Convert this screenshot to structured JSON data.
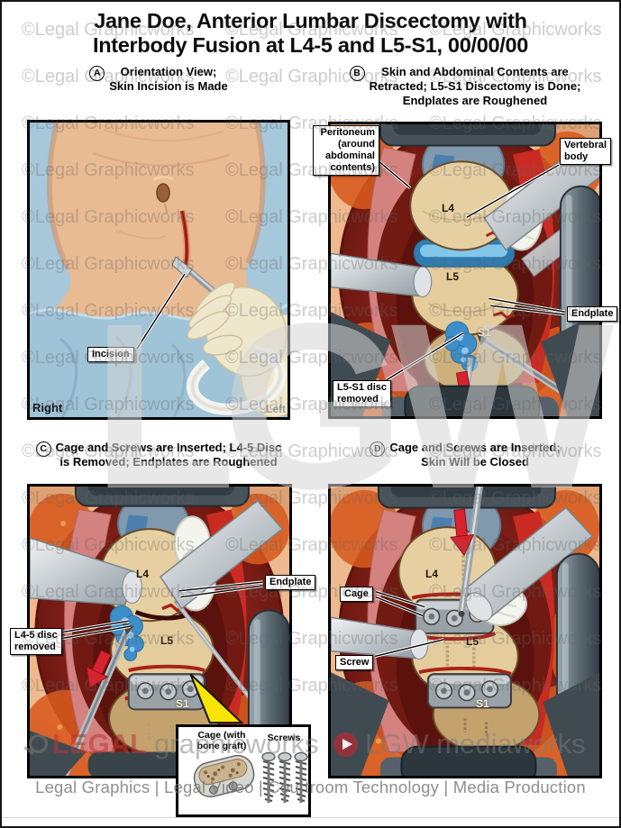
{
  "title": "Jane Doe, Anterior Lumbar Discectomy with\nInterbody Fusion at L4-5 and L5-S1, 00/00/00",
  "footer": "Legal Graphics | Legal Video | Courtroom Technology | Media Production",
  "watermarks": {
    "tile": "©Legal Graphicworks",
    "big": "LGW",
    "brand_left_accent": "LEGAL",
    "brand_left_rest": "graphicworks",
    "brand_right": "LGW mediaworks"
  },
  "panels": {
    "a": {
      "letter": "A",
      "caption": "Orientation View;\nSkin Incision is Made",
      "labels": {
        "incision": "Incision",
        "right": "Right",
        "left": "Left"
      }
    },
    "b": {
      "letter": "B",
      "caption": "Skin and Abdominal Contents are\nRetracted; L5-S1 Discectomy is Done;\nEndplates are Roughened",
      "labels": {
        "peritoneum": "Peritoneum\n(around\nabdominal\ncontents)",
        "vertebral_body": "Vertebral\nbody",
        "endplate": "Endplate",
        "disc_removed": "L5-S1 disc\nremoved",
        "l4": "L4",
        "l5": "L5",
        "s1": "S1"
      }
    },
    "c": {
      "letter": "C",
      "caption": "Cage and Screws are Inserted; L4-5 Disc\nis Removed; Endplates are Roughened",
      "labels": {
        "endplate": "Endplate",
        "disc_removed": "L4-5 disc\nremoved",
        "l4": "L4",
        "l5": "L5",
        "s1": "S1"
      },
      "inset": {
        "cage": "Cage (with\nbone graft)",
        "screws": "Screws"
      }
    },
    "d": {
      "letter": "D",
      "caption": "Cage and Screws are Inserted;\nSkin Will be Closed",
      "labels": {
        "cage": "Cage",
        "screw": "Screw",
        "l4": "L4",
        "l5": "L5",
        "s1": "S1"
      }
    }
  },
  "colors": {
    "label_border": "#000000",
    "arrow_red": "#d8232e",
    "disc_blue": "#3f97cf",
    "bone_tan": "#e6d0a2",
    "drape_blue": "#a7c7db",
    "callout_yellow": "#f7e400",
    "watermark_gray": "#6e6e6e",
    "brand_red": "#c03434"
  }
}
